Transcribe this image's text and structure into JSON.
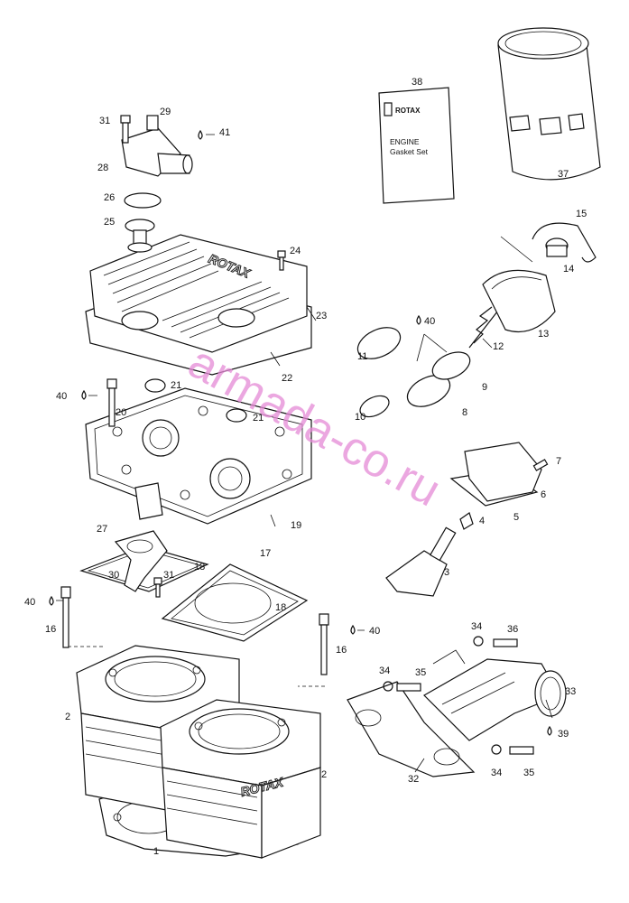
{
  "labels": {
    "p1": "1",
    "p2a": "2",
    "p2b": "2",
    "p3": "3",
    "p4": "4",
    "p5": "5",
    "p6": "6",
    "p7": "7",
    "p8": "8",
    "p9": "9",
    "p10": "10",
    "p11": "11",
    "p12": "12",
    "p13": "13",
    "p14": "14",
    "p15": "15",
    "p16a": "16",
    "p16b": "16",
    "p17": "17",
    "p18a": "18",
    "p18b": "18",
    "p19": "19",
    "p20": "20",
    "p21a": "21",
    "p21b": "21",
    "p22": "22",
    "p23": "23",
    "p24": "24",
    "p25": "25",
    "p26": "26",
    "p27": "27",
    "p28": "28",
    "p29": "29",
    "p30": "30",
    "p31a": "31",
    "p31b": "31",
    "p32": "32",
    "p33": "33",
    "p34a": "34",
    "p34b": "34",
    "p34c": "34",
    "p35a": "35",
    "p35b": "35",
    "p36": "36",
    "p37": "37",
    "p38": "38",
    "p39": "39",
    "p40a": "40",
    "p40b": "40",
    "p40c": "40",
    "p40d": "40",
    "p41": "41"
  },
  "gasket_box": {
    "brand": "ROTAX",
    "line1": "ENGINE",
    "line2": "Gasket Set"
  },
  "emboss": {
    "cover": "ROTAX",
    "cylinder": "ROTAX"
  },
  "watermark": "armada-co.ru",
  "colors": {
    "ink": "#111111",
    "watermark": "#e58ad6"
  }
}
